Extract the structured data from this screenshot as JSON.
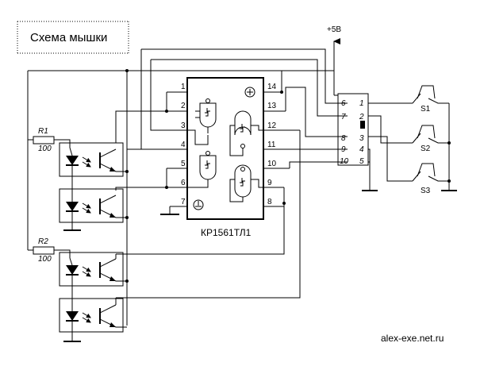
{
  "title": "Схема мышки",
  "watermark": "alex-exe.net.ru",
  "power_label": "+5В",
  "ic": {
    "name": "КР1561ТЛ1",
    "left_pins": [
      "1",
      "2",
      "3",
      "4",
      "5",
      "6",
      "7"
    ],
    "right_pins": [
      "14",
      "13",
      "12",
      "11",
      "10",
      "9",
      "8"
    ]
  },
  "resistors": [
    {
      "ref": "R1",
      "value": "100"
    },
    {
      "ref": "R2",
      "value": "100"
    }
  ],
  "connector": {
    "left_pins": [
      "6",
      "7",
      "8",
      "9",
      "10"
    ],
    "right_pins": [
      "1",
      "2",
      "3",
      "4",
      "5"
    ]
  },
  "switches": [
    "S1",
    "S2",
    "S3"
  ]
}
